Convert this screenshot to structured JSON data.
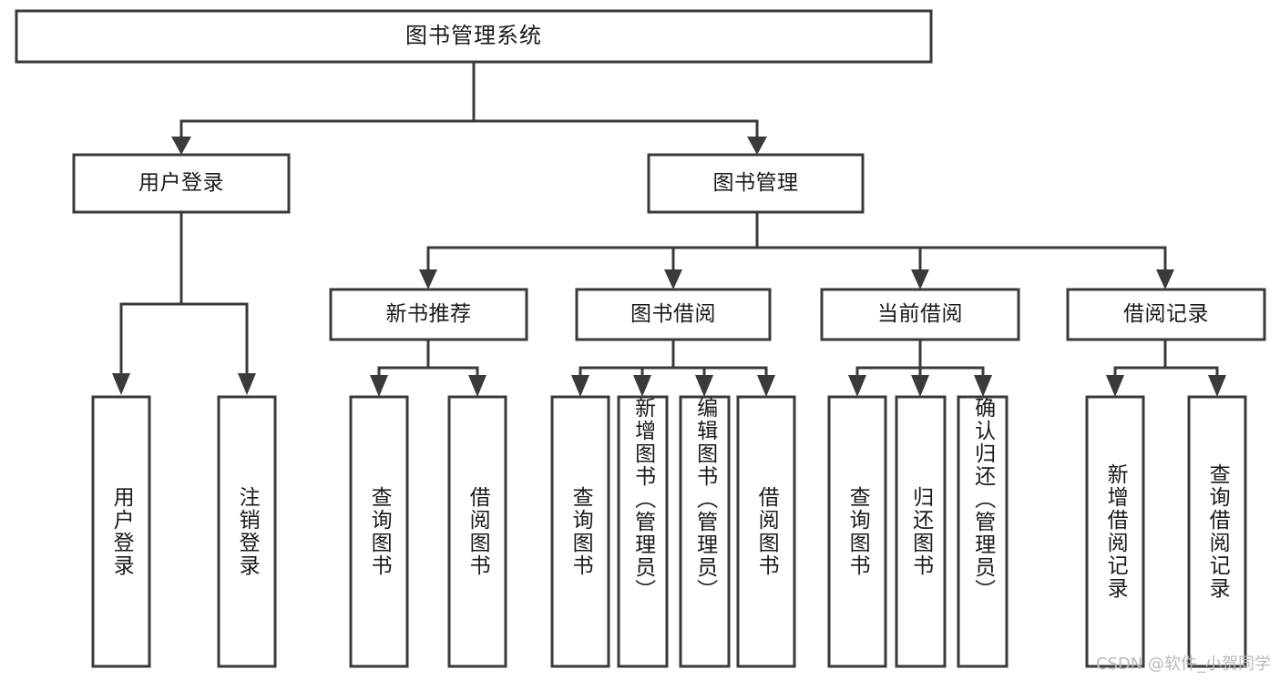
{
  "diagram": {
    "type": "tree-hierarchy-chart",
    "title": "图书管理系统",
    "watermark": "CSDN @软件_小贺同学",
    "colors": {
      "stroke": "#3a3a3a",
      "fill": "#ffffff",
      "text": "#1a1a1a",
      "watermark": "#b9b9b9"
    },
    "root": {
      "label": "图书管理系统",
      "orientation": "horizontal"
    },
    "level1": [
      {
        "id": "user-login",
        "label": "用户登录",
        "orientation": "horizontal"
      },
      {
        "id": "book-management",
        "label": "图书管理",
        "orientation": "horizontal"
      }
    ],
    "level2": [
      {
        "id": "new-book-recommend",
        "label": "新书推荐",
        "orientation": "horizontal",
        "parent": "book-management"
      },
      {
        "id": "book-borrow",
        "label": "图书借阅",
        "orientation": "horizontal",
        "parent": "book-management"
      },
      {
        "id": "current-borrow",
        "label": "当前借阅",
        "orientation": "horizontal",
        "parent": "book-management"
      },
      {
        "id": "borrow-record",
        "label": "借阅记录",
        "orientation": "horizontal",
        "parent": "book-management"
      }
    ],
    "leaves": [
      {
        "id": "leaf-user-login",
        "label": "用户登录",
        "orientation": "vertical",
        "parent": "user-login"
      },
      {
        "id": "leaf-logout-login",
        "label": "注销登录",
        "orientation": "vertical",
        "parent": "user-login"
      },
      {
        "id": "leaf-query-book-1",
        "label": "查询图书",
        "orientation": "vertical",
        "parent": "new-book-recommend"
      },
      {
        "id": "leaf-borrow-book-1",
        "label": "借阅图书",
        "orientation": "vertical",
        "parent": "new-book-recommend"
      },
      {
        "id": "leaf-query-book-2",
        "label": "查询图书",
        "orientation": "vertical",
        "parent": "book-borrow"
      },
      {
        "id": "leaf-add-book",
        "label": "新增图书（管理员）",
        "orientation": "vertical",
        "parent": "book-borrow"
      },
      {
        "id": "leaf-edit-book",
        "label": "编辑图书（管理员）",
        "orientation": "vertical",
        "parent": "book-borrow"
      },
      {
        "id": "leaf-borrow-book-2",
        "label": "借阅图书",
        "orientation": "vertical",
        "parent": "book-borrow"
      },
      {
        "id": "leaf-query-book-3",
        "label": "查询图书",
        "orientation": "vertical",
        "parent": "current-borrow"
      },
      {
        "id": "leaf-return-book",
        "label": "归还图书",
        "orientation": "vertical",
        "parent": "current-borrow"
      },
      {
        "id": "leaf-confirm-return",
        "label": "确认归还（管理员）",
        "orientation": "vertical",
        "parent": "current-borrow"
      },
      {
        "id": "leaf-add-record",
        "label": "新增借阅记录",
        "orientation": "vertical",
        "parent": "borrow-record"
      },
      {
        "id": "leaf-query-record",
        "label": "查询借阅记录",
        "orientation": "vertical",
        "parent": "borrow-record"
      }
    ]
  }
}
